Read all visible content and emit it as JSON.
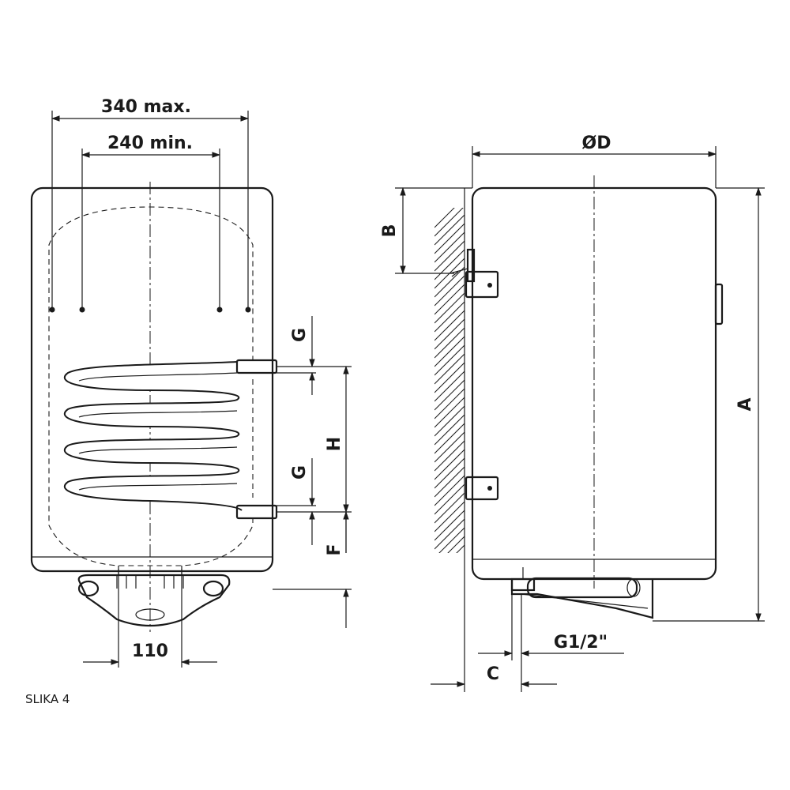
{
  "labels": {
    "max_width": "340 max.",
    "min_width": "240 min.",
    "diameter": "ØD",
    "dim_a": "A",
    "dim_b": "B",
    "dim_c": "C",
    "dim_f": "F",
    "dim_g_top": "G",
    "dim_g_bottom": "G",
    "dim_h": "H",
    "pipe_spacing": "110",
    "thread": "G1/2\""
  },
  "caption": "SLIKA 4"
}
